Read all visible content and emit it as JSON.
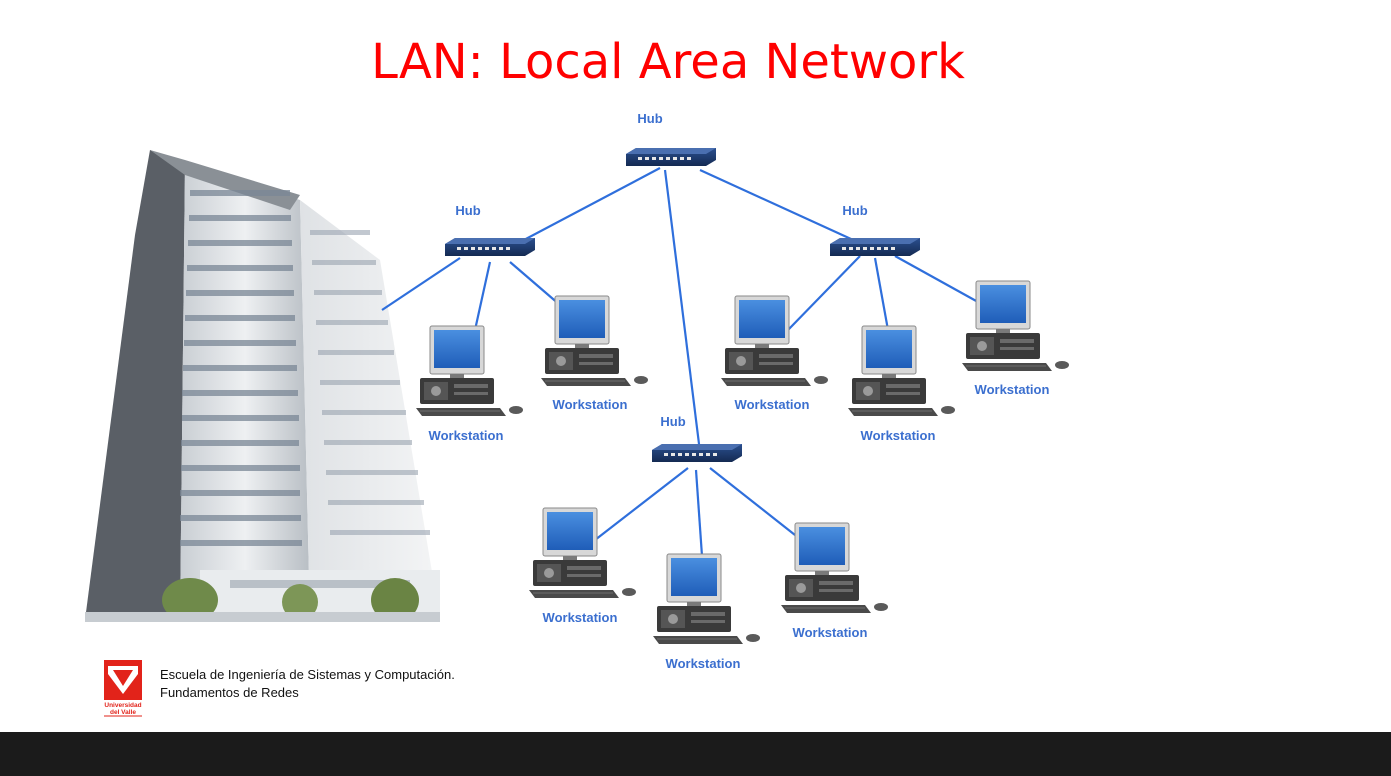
{
  "slide": {
    "title": "LAN: Local Area Network",
    "footer": {
      "line1": "Escuela de Ingeniería de Sistemas y Computación.",
      "line2": "Fundamentos de Redes"
    },
    "logo": {
      "line1": "Universidad",
      "line2": "del Valle"
    }
  },
  "diagram": {
    "hub_label": "Hub",
    "workstation_label": "Workstation",
    "colors": {
      "link": "#2f6fdc",
      "label": "#3b6fcf",
      "hub": "#1f3f7a",
      "title": "#ff0000",
      "logo": "#e2231a"
    }
  }
}
